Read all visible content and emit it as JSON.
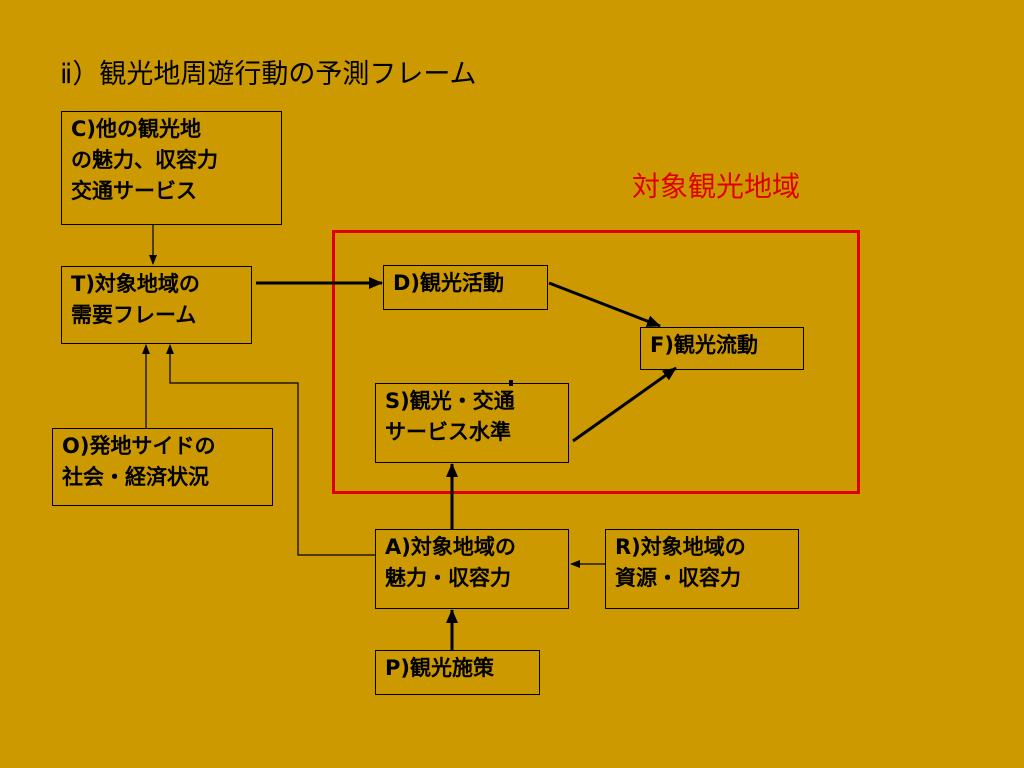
{
  "title": "ⅱ）観光地周遊行動の予測フレーム",
  "region_label": "対象観光地域",
  "colors": {
    "background": "#CC9900",
    "region_border": "#E00000",
    "region_label": "#E00000",
    "line": "#000000"
  },
  "nodes": {
    "c": "C)他の観光地\nの魅力、収容力\n交通サービス",
    "t": "T)対象地域の\n需要フレーム",
    "o": "O)発地サイドの\n社会・経済状況",
    "d": "D)観光活動",
    "s": "S)観光・交通\nサービス水準",
    "f": "F)観光流動",
    "a": "A)対象地域の\n魅力・収容力",
    "r": "R)対象地域の\n資源・収容力",
    "p": "P)観光施策"
  }
}
